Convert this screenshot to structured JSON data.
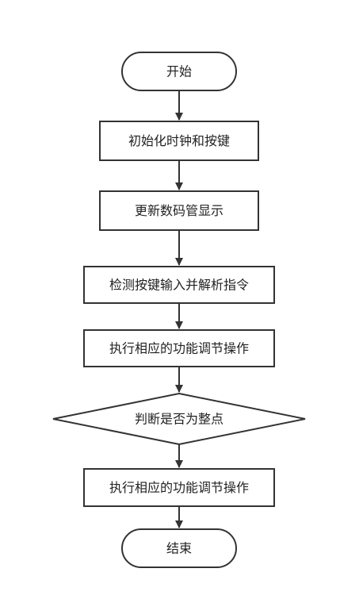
{
  "flowchart": {
    "nodes": [
      {
        "id": "start",
        "shape": "terminal",
        "label": "开始"
      },
      {
        "id": "init",
        "shape": "process",
        "label": "初始化时钟和按键"
      },
      {
        "id": "update",
        "shape": "process",
        "label": "更新数码管显示"
      },
      {
        "id": "detect",
        "shape": "process",
        "label": "检测按键输入并解析指令"
      },
      {
        "id": "exec1",
        "shape": "process",
        "label": "执行相应的功能调节操作"
      },
      {
        "id": "decision",
        "shape": "decision",
        "label": "判断是否为整点"
      },
      {
        "id": "exec2",
        "shape": "process",
        "label": "执行相应的功能调节操作"
      },
      {
        "id": "end",
        "shape": "terminal",
        "label": "结束"
      }
    ],
    "edges": [
      {
        "from": "start",
        "to": "init"
      },
      {
        "from": "init",
        "to": "update"
      },
      {
        "from": "update",
        "to": "detect"
      },
      {
        "from": "detect",
        "to": "exec1"
      },
      {
        "from": "exec1",
        "to": "decision"
      },
      {
        "from": "decision",
        "to": "exec2"
      },
      {
        "from": "exec2",
        "to": "end"
      }
    ]
  },
  "colors": {
    "stroke": "#333333",
    "fill": "#ffffff",
    "text": "#222222"
  }
}
